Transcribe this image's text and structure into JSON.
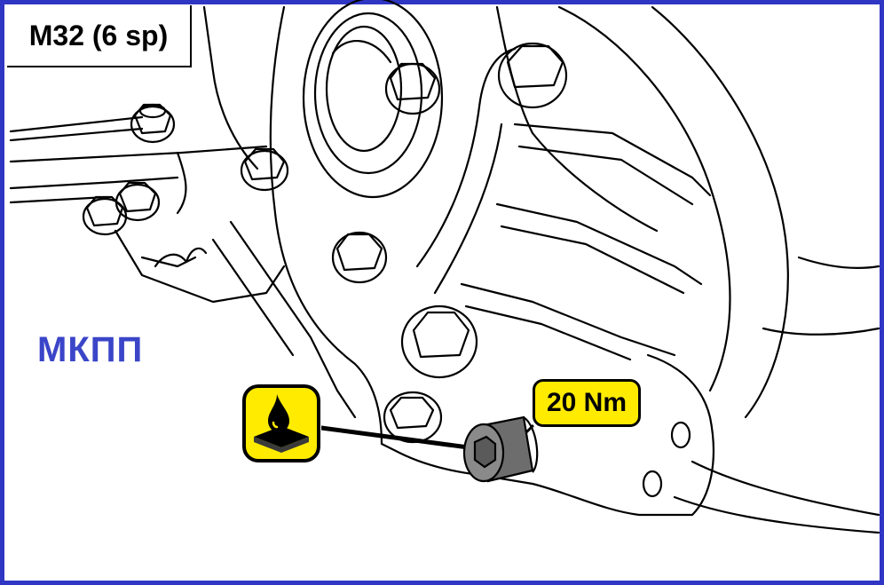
{
  "header": {
    "model": "M32 (6 sp)"
  },
  "labels": {
    "transmission": "МКПП"
  },
  "callout": {
    "torque": "20 Nm"
  },
  "icons": {
    "fluid": "oil-drop-icon"
  },
  "colors": {
    "frame": "#2f36c4",
    "label_text": "#3a45c8",
    "badge_fill": "#ffeb00"
  }
}
